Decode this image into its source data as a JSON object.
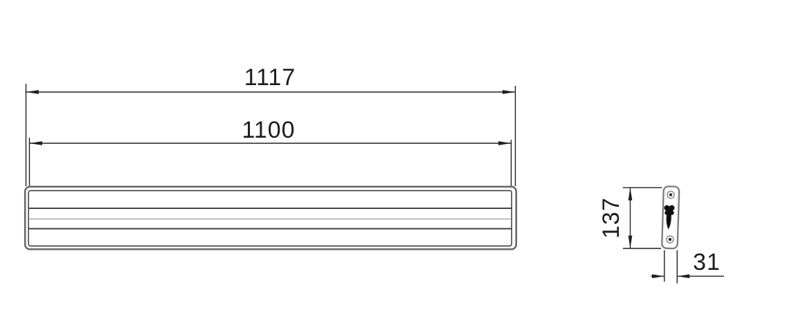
{
  "drawing": {
    "type": "technical-dimension-drawing",
    "dimensions": {
      "overall_length": "1117",
      "inner_length": "1100",
      "height": "137",
      "depth": "31"
    },
    "colors": {
      "background": "#ffffff",
      "dimension_line": "#1f1f1f",
      "label_text": "#1c1c1c",
      "body_outline": "#696969",
      "body_inner_line": "#3a3a3a",
      "body_mid_line": "#999999",
      "plate_outline": "#7a7a7a",
      "screw_hole_ring": "#8c8c8c",
      "clip_fill": "#101010"
    }
  }
}
